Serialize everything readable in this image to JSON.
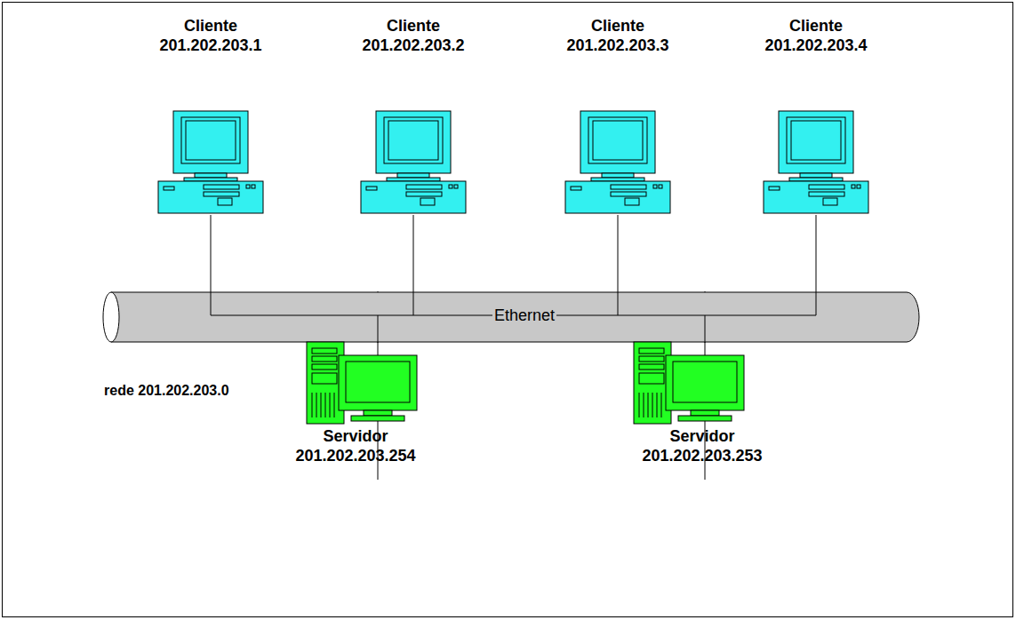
{
  "diagram": {
    "nodes": [
      {
        "text": [
          "Cliente",
          "201.202.203.1"
        ]
      },
      {
        "text": [
          "Cliente",
          "201.202.203.2"
        ]
      },
      {
        "text": [
          "Cliente",
          "201.202.203.3"
        ]
      },
      {
        "text": [
          "Cliente",
          "201.202.203.4"
        ]
      },
      {
        "text": [
          "Ethernet"
        ]
      },
      {
        "text": [
          "Servidor",
          "201.202.203.254"
        ]
      },
      {
        "text": [
          "Servidor",
          "201.202.203.253"
        ]
      }
    ],
    "edges": [
      {
        "from": 0,
        "to": 4,
        "arrow": "none"
      },
      {
        "from": 1,
        "to": 4,
        "arrow": "none"
      },
      {
        "from": 2,
        "to": 4,
        "arrow": "none"
      },
      {
        "from": 3,
        "to": 4,
        "arrow": "none"
      },
      {
        "from": 4,
        "to": 5,
        "arrow": "none"
      },
      {
        "from": 4,
        "to": 6,
        "arrow": "none"
      }
    ],
    "labels": [
      "rede 201.202.203.0"
    ]
  }
}
